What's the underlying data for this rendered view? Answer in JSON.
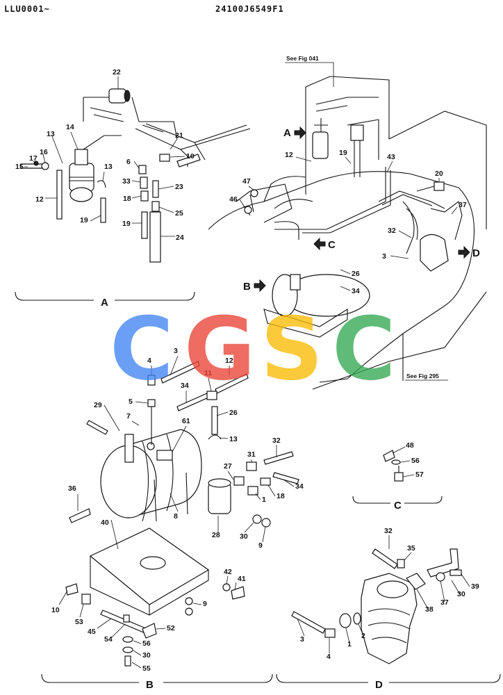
{
  "header": {
    "left_code": "LLU0001~",
    "center_code": "24100J6549F1"
  },
  "refs": {
    "fig_top": "See Fig 041",
    "fig_bottom": "See Fig 295"
  },
  "views": {
    "a": "A",
    "b": "B",
    "c": "C",
    "d": "D"
  },
  "watermark": {
    "text": "CGSC",
    "colors": [
      "#4285f4",
      "#ea4335",
      "#fbbc05",
      "#34a853"
    ]
  },
  "callouts": {
    "A": [
      "22",
      "14",
      "13",
      "17",
      "16",
      "15",
      "12",
      "13",
      "19",
      "21",
      "6",
      "10",
      "33",
      "23",
      "18",
      "25",
      "19",
      "24"
    ],
    "main": [
      "12",
      "19",
      "43",
      "20",
      "47",
      "46",
      "37",
      "32",
      "3",
      "26",
      "34"
    ],
    "B": [
      "4",
      "3",
      "12",
      "11",
      "34",
      "26",
      "5",
      "29",
      "7",
      "61",
      "13",
      "32",
      "31",
      "27",
      "34",
      "18",
      "1",
      "36",
      "8",
      "28",
      "30",
      "9",
      "40",
      "42",
      "41",
      "10",
      "53",
      "45",
      "54",
      "9",
      "52",
      "56",
      "30",
      "55"
    ],
    "C": [
      "48",
      "56",
      "57"
    ],
    "D": [
      "32",
      "35",
      "39",
      "37",
      "30",
      "38",
      "3",
      "4",
      "1",
      "2"
    ]
  }
}
